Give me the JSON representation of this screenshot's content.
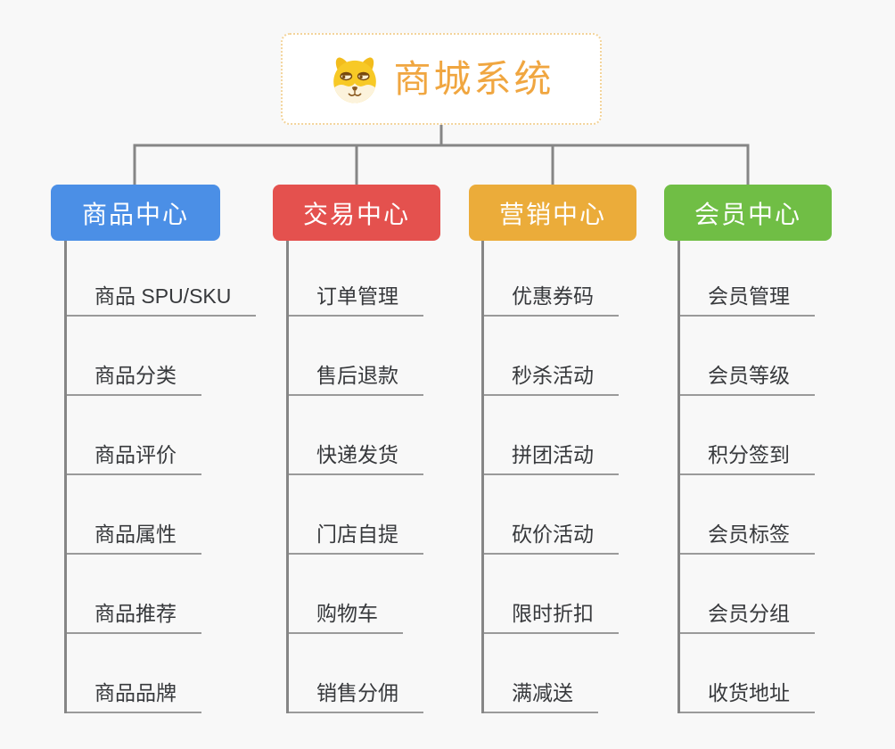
{
  "root": {
    "title": "商城系统",
    "icon": "dog-icon",
    "title_color": "#F0A640",
    "border_color": "#F3D49B"
  },
  "branches": [
    {
      "label": "商品中心",
      "color": "#4B8FE6",
      "items": [
        "商品 SPU/SKU",
        "商品分类",
        "商品评价",
        "商品属性",
        "商品推荐",
        "商品品牌"
      ]
    },
    {
      "label": "交易中心",
      "color": "#E4514E",
      "items": [
        "订单管理",
        "售后退款",
        "快递发货",
        "门店自提",
        "购物车",
        "销售分佣"
      ]
    },
    {
      "label": "营销中心",
      "color": "#EBAC3A",
      "items": [
        "优惠券码",
        "秒杀活动",
        "拼团活动",
        "砍价活动",
        "限时折扣",
        "满减送"
      ]
    },
    {
      "label": "会员中心",
      "color": "#70BE45",
      "items": [
        "会员管理",
        "会员等级",
        "积分签到",
        "会员标签",
        "会员分组",
        "收货地址"
      ]
    }
  ],
  "colors": {
    "background": "#F8F8F8",
    "connector": "#868686",
    "leaf_underline": "#9A9A9A",
    "leaf_text": "#37393C"
  }
}
